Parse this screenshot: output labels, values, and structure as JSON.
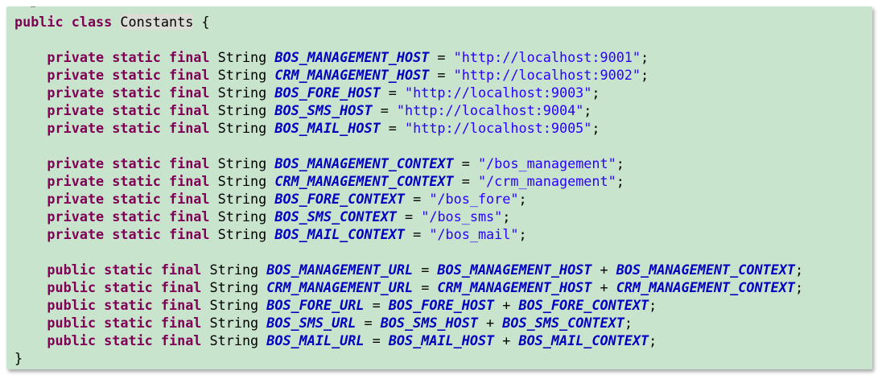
{
  "editor": {
    "colors": {
      "background": "#c8e4cc",
      "keyword": "#7f0055",
      "constant": "#0000c0",
      "string": "#2a00ff"
    },
    "lines": [
      [
        {
          "t": "public",
          "c": "kw"
        },
        {
          "t": " ",
          "c": "plain"
        },
        {
          "t": "class",
          "c": "kw"
        },
        {
          "t": " ",
          "c": "plain"
        },
        {
          "t": "Constants",
          "c": "hl"
        },
        {
          "t": " {",
          "c": "punct"
        }
      ],
      [],
      [
        {
          "t": "    ",
          "c": "plain"
        },
        {
          "t": "private",
          "c": "kw"
        },
        {
          "t": " ",
          "c": "plain"
        },
        {
          "t": "static",
          "c": "kw"
        },
        {
          "t": " ",
          "c": "plain"
        },
        {
          "t": "final",
          "c": "kw"
        },
        {
          "t": " String ",
          "c": "type"
        },
        {
          "t": "BOS_MANAGEMENT_HOST",
          "c": "const"
        },
        {
          "t": " = ",
          "c": "punct"
        },
        {
          "t": "\"http://localhost:9001\"",
          "c": "str"
        },
        {
          "t": ";",
          "c": "punct"
        }
      ],
      [
        {
          "t": "    ",
          "c": "plain"
        },
        {
          "t": "private",
          "c": "kw"
        },
        {
          "t": " ",
          "c": "plain"
        },
        {
          "t": "static",
          "c": "kw"
        },
        {
          "t": " ",
          "c": "plain"
        },
        {
          "t": "final",
          "c": "kw"
        },
        {
          "t": " String ",
          "c": "type"
        },
        {
          "t": "CRM_MANAGEMENT_HOST",
          "c": "const"
        },
        {
          "t": " = ",
          "c": "punct"
        },
        {
          "t": "\"http://localhost:9002\"",
          "c": "str"
        },
        {
          "t": ";",
          "c": "punct"
        }
      ],
      [
        {
          "t": "    ",
          "c": "plain"
        },
        {
          "t": "private",
          "c": "kw"
        },
        {
          "t": " ",
          "c": "plain"
        },
        {
          "t": "static",
          "c": "kw"
        },
        {
          "t": " ",
          "c": "plain"
        },
        {
          "t": "final",
          "c": "kw"
        },
        {
          "t": " String ",
          "c": "type"
        },
        {
          "t": "BOS_FORE_HOST",
          "c": "const"
        },
        {
          "t": " = ",
          "c": "punct"
        },
        {
          "t": "\"http://localhost:9003\"",
          "c": "str"
        },
        {
          "t": ";",
          "c": "punct"
        }
      ],
      [
        {
          "t": "    ",
          "c": "plain"
        },
        {
          "t": "private",
          "c": "kw"
        },
        {
          "t": " ",
          "c": "plain"
        },
        {
          "t": "static",
          "c": "kw"
        },
        {
          "t": " ",
          "c": "plain"
        },
        {
          "t": "final",
          "c": "kw"
        },
        {
          "t": " String ",
          "c": "type"
        },
        {
          "t": "BOS_SMS_HOST",
          "c": "const"
        },
        {
          "t": " = ",
          "c": "punct"
        },
        {
          "t": "\"http://localhost:9004\"",
          "c": "str"
        },
        {
          "t": ";",
          "c": "punct"
        }
      ],
      [
        {
          "t": "    ",
          "c": "plain"
        },
        {
          "t": "private",
          "c": "kw"
        },
        {
          "t": " ",
          "c": "plain"
        },
        {
          "t": "static",
          "c": "kw"
        },
        {
          "t": " ",
          "c": "plain"
        },
        {
          "t": "final",
          "c": "kw"
        },
        {
          "t": " String ",
          "c": "type"
        },
        {
          "t": "BOS_MAIL_HOST",
          "c": "const"
        },
        {
          "t": " = ",
          "c": "punct"
        },
        {
          "t": "\"http://localhost:9005\"",
          "c": "str"
        },
        {
          "t": ";",
          "c": "punct"
        }
      ],
      [],
      [
        {
          "t": "    ",
          "c": "plain"
        },
        {
          "t": "private",
          "c": "kw"
        },
        {
          "t": " ",
          "c": "plain"
        },
        {
          "t": "static",
          "c": "kw"
        },
        {
          "t": " ",
          "c": "plain"
        },
        {
          "t": "final",
          "c": "kw"
        },
        {
          "t": " String ",
          "c": "type"
        },
        {
          "t": "BOS_MANAGEMENT_CONTEXT",
          "c": "const"
        },
        {
          "t": " = ",
          "c": "punct"
        },
        {
          "t": "\"/bos_management\"",
          "c": "str"
        },
        {
          "t": ";",
          "c": "punct"
        }
      ],
      [
        {
          "t": "    ",
          "c": "plain"
        },
        {
          "t": "private",
          "c": "kw"
        },
        {
          "t": " ",
          "c": "plain"
        },
        {
          "t": "static",
          "c": "kw"
        },
        {
          "t": " ",
          "c": "plain"
        },
        {
          "t": "final",
          "c": "kw"
        },
        {
          "t": " String ",
          "c": "type"
        },
        {
          "t": "CRM_MANAGEMENT_CONTEXT",
          "c": "const"
        },
        {
          "t": " = ",
          "c": "punct"
        },
        {
          "t": "\"/crm_management\"",
          "c": "str"
        },
        {
          "t": ";",
          "c": "punct"
        }
      ],
      [
        {
          "t": "    ",
          "c": "plain"
        },
        {
          "t": "private",
          "c": "kw"
        },
        {
          "t": " ",
          "c": "plain"
        },
        {
          "t": "static",
          "c": "kw"
        },
        {
          "t": " ",
          "c": "plain"
        },
        {
          "t": "final",
          "c": "kw"
        },
        {
          "t": " String ",
          "c": "type"
        },
        {
          "t": "BOS_FORE_CONTEXT",
          "c": "const"
        },
        {
          "t": " = ",
          "c": "punct"
        },
        {
          "t": "\"/bos_fore\"",
          "c": "str"
        },
        {
          "t": ";",
          "c": "punct"
        }
      ],
      [
        {
          "t": "    ",
          "c": "plain"
        },
        {
          "t": "private",
          "c": "kw"
        },
        {
          "t": " ",
          "c": "plain"
        },
        {
          "t": "static",
          "c": "kw"
        },
        {
          "t": " ",
          "c": "plain"
        },
        {
          "t": "final",
          "c": "kw"
        },
        {
          "t": " String ",
          "c": "type"
        },
        {
          "t": "BOS_SMS_CONTEXT",
          "c": "const"
        },
        {
          "t": " = ",
          "c": "punct"
        },
        {
          "t": "\"/bos_sms\"",
          "c": "str"
        },
        {
          "t": ";",
          "c": "punct"
        }
      ],
      [
        {
          "t": "    ",
          "c": "plain"
        },
        {
          "t": "private",
          "c": "kw"
        },
        {
          "t": " ",
          "c": "plain"
        },
        {
          "t": "static",
          "c": "kw"
        },
        {
          "t": " ",
          "c": "plain"
        },
        {
          "t": "final",
          "c": "kw"
        },
        {
          "t": " String ",
          "c": "type"
        },
        {
          "t": "BOS_MAIL_CONTEXT",
          "c": "const"
        },
        {
          "t": " = ",
          "c": "punct"
        },
        {
          "t": "\"/bos_mail\"",
          "c": "str"
        },
        {
          "t": ";",
          "c": "punct"
        }
      ],
      [],
      [
        {
          "t": "    ",
          "c": "plain"
        },
        {
          "t": "public",
          "c": "kw"
        },
        {
          "t": " ",
          "c": "plain"
        },
        {
          "t": "static",
          "c": "kw"
        },
        {
          "t": " ",
          "c": "plain"
        },
        {
          "t": "final",
          "c": "kw"
        },
        {
          "t": " String ",
          "c": "type"
        },
        {
          "t": "BOS_MANAGEMENT_URL",
          "c": "const"
        },
        {
          "t": " = ",
          "c": "punct"
        },
        {
          "t": "BOS_MANAGEMENT_HOST",
          "c": "const"
        },
        {
          "t": " + ",
          "c": "punct"
        },
        {
          "t": "BOS_MANAGEMENT_CONTEXT",
          "c": "const"
        },
        {
          "t": ";",
          "c": "punct"
        }
      ],
      [
        {
          "t": "    ",
          "c": "plain"
        },
        {
          "t": "public",
          "c": "kw"
        },
        {
          "t": " ",
          "c": "plain"
        },
        {
          "t": "static",
          "c": "kw"
        },
        {
          "t": " ",
          "c": "plain"
        },
        {
          "t": "final",
          "c": "kw"
        },
        {
          "t": " String ",
          "c": "type"
        },
        {
          "t": "CRM_MANAGEMENT_URL",
          "c": "const"
        },
        {
          "t": " = ",
          "c": "punct"
        },
        {
          "t": "CRM_MANAGEMENT_HOST",
          "c": "const"
        },
        {
          "t": " + ",
          "c": "punct"
        },
        {
          "t": "CRM_MANAGEMENT_CONTEXT",
          "c": "const"
        },
        {
          "t": ";",
          "c": "punct"
        }
      ],
      [
        {
          "t": "    ",
          "c": "plain"
        },
        {
          "t": "public",
          "c": "kw"
        },
        {
          "t": " ",
          "c": "plain"
        },
        {
          "t": "static",
          "c": "kw"
        },
        {
          "t": " ",
          "c": "plain"
        },
        {
          "t": "final",
          "c": "kw"
        },
        {
          "t": " String ",
          "c": "type"
        },
        {
          "t": "BOS_FORE_URL",
          "c": "const"
        },
        {
          "t": " = ",
          "c": "punct"
        },
        {
          "t": "BOS_FORE_HOST",
          "c": "const"
        },
        {
          "t": " + ",
          "c": "punct"
        },
        {
          "t": "BOS_FORE_CONTEXT",
          "c": "const"
        },
        {
          "t": ";",
          "c": "punct"
        }
      ],
      [
        {
          "t": "    ",
          "c": "plain"
        },
        {
          "t": "public",
          "c": "kw"
        },
        {
          "t": " ",
          "c": "plain"
        },
        {
          "t": "static",
          "c": "kw"
        },
        {
          "t": " ",
          "c": "plain"
        },
        {
          "t": "final",
          "c": "kw"
        },
        {
          "t": " String ",
          "c": "type"
        },
        {
          "t": "BOS_SMS_URL",
          "c": "const"
        },
        {
          "t": " = ",
          "c": "punct"
        },
        {
          "t": "BOS_SMS_HOST",
          "c": "const"
        },
        {
          "t": " + ",
          "c": "punct"
        },
        {
          "t": "BOS_SMS_CONTEXT",
          "c": "const"
        },
        {
          "t": ";",
          "c": "punct"
        }
      ],
      [
        {
          "t": "    ",
          "c": "plain"
        },
        {
          "t": "public",
          "c": "kw"
        },
        {
          "t": " ",
          "c": "plain"
        },
        {
          "t": "static",
          "c": "kw"
        },
        {
          "t": " ",
          "c": "plain"
        },
        {
          "t": "final",
          "c": "kw"
        },
        {
          "t": " String ",
          "c": "type"
        },
        {
          "t": "BOS_MAIL_URL",
          "c": "const"
        },
        {
          "t": " = ",
          "c": "punct"
        },
        {
          "t": "BOS_MAIL_HOST",
          "c": "const"
        },
        {
          "t": " + ",
          "c": "punct"
        },
        {
          "t": "BOS_MAIL_CONTEXT",
          "c": "const"
        },
        {
          "t": ";",
          "c": "punct"
        }
      ],
      [
        {
          "t": "}",
          "c": "punct"
        }
      ]
    ]
  }
}
